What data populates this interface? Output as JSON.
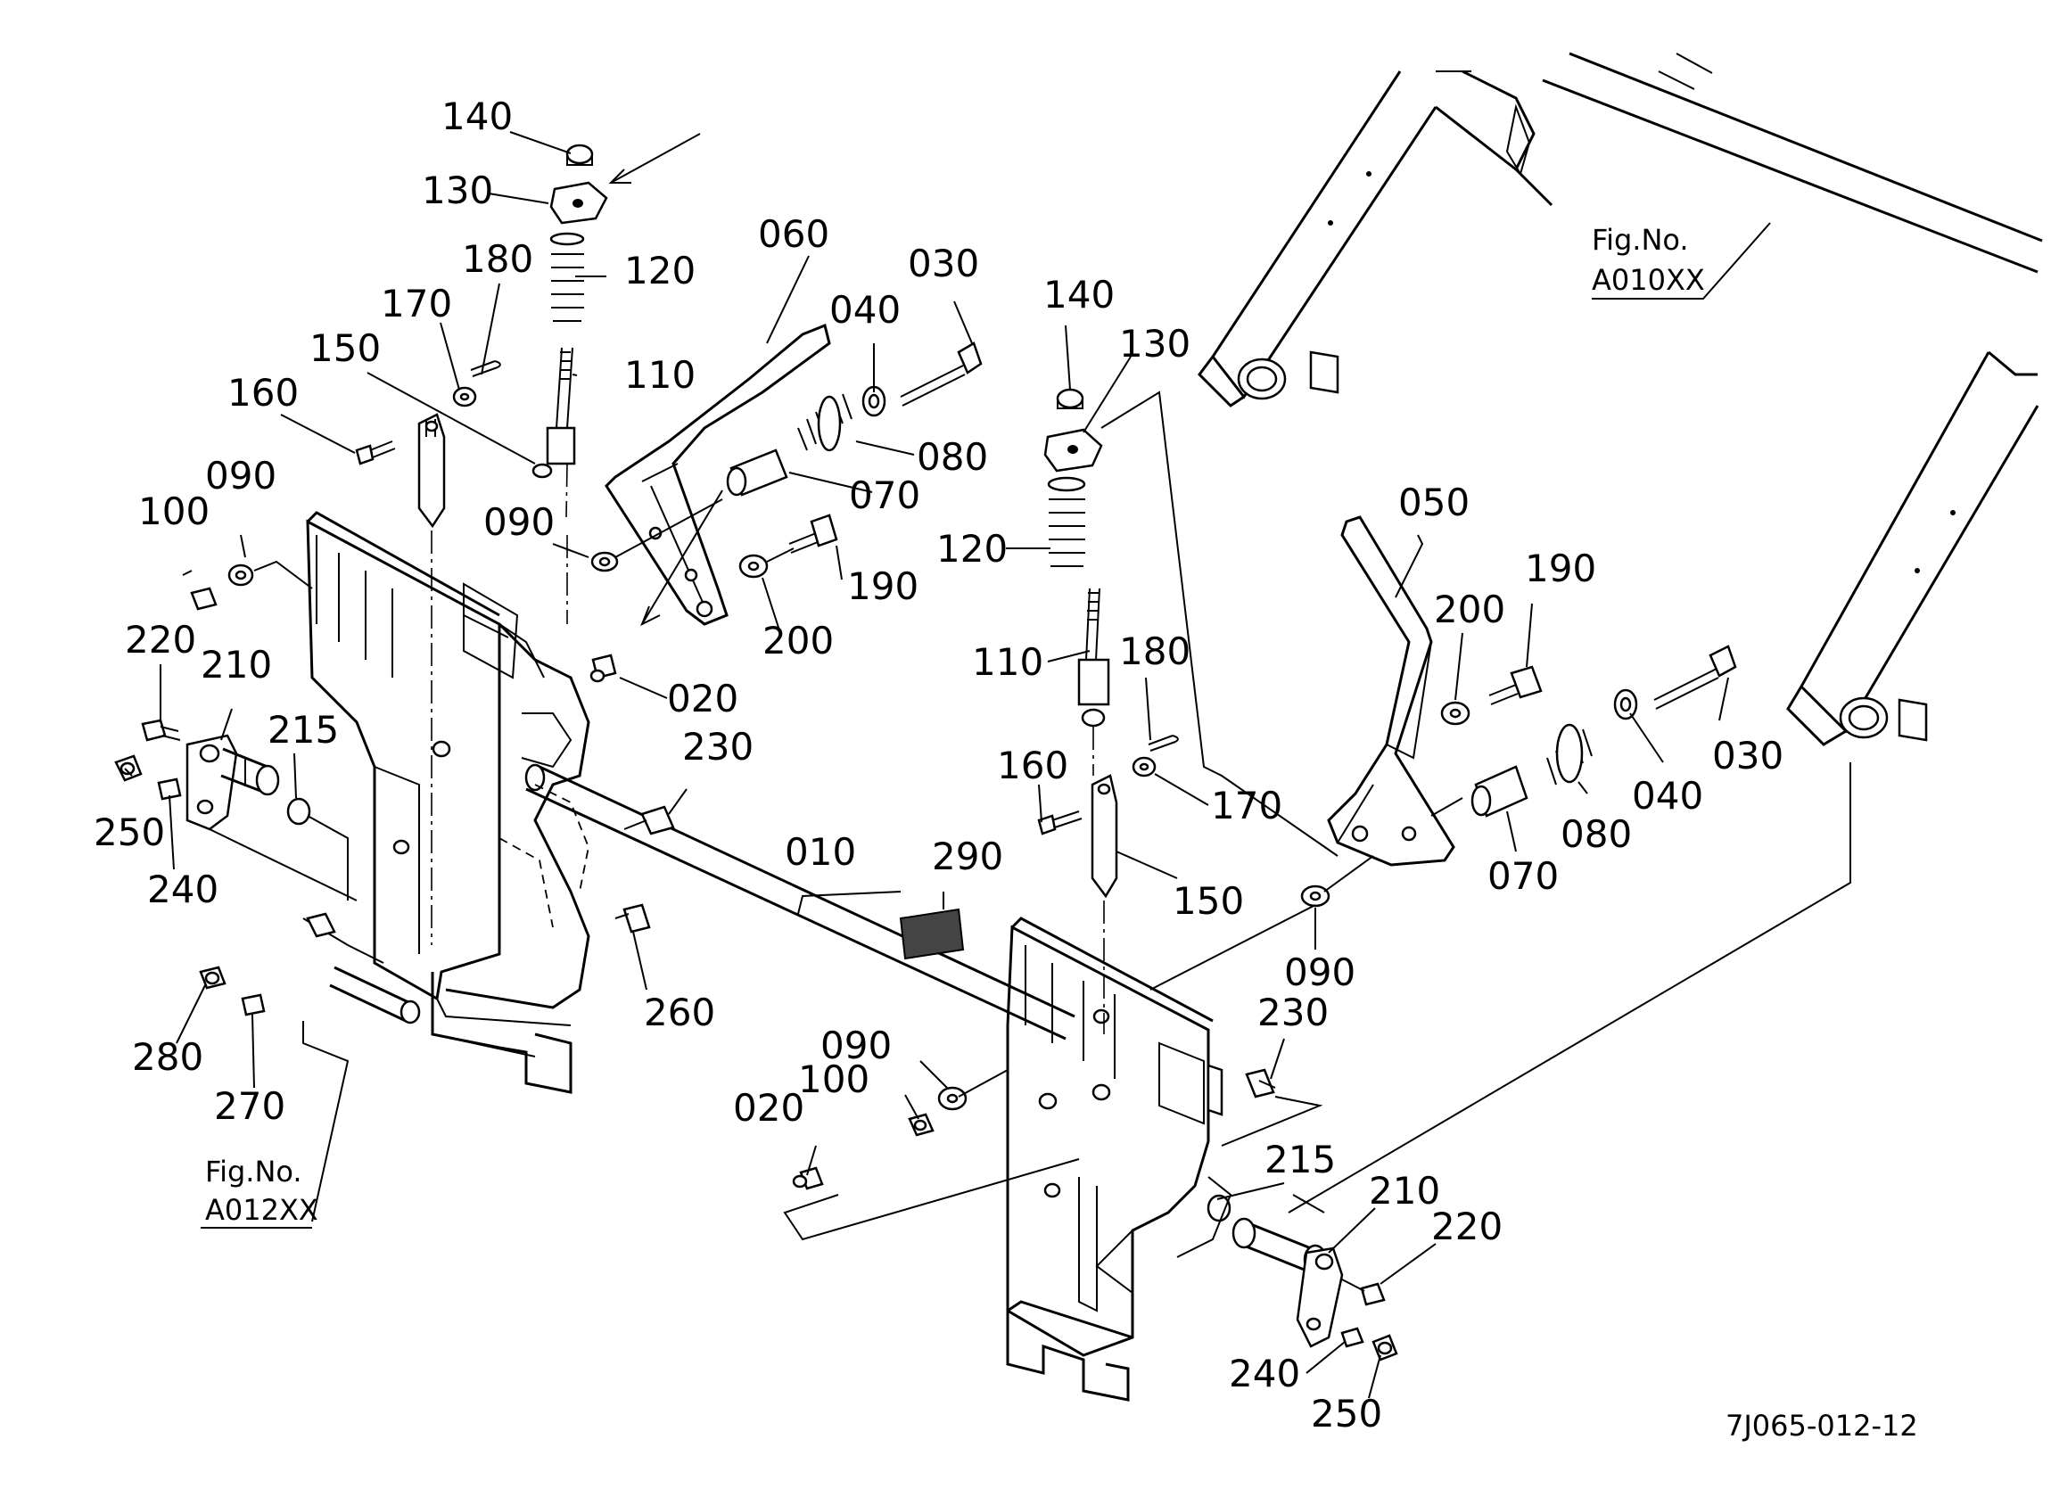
{
  "diagram": {
    "drawing_code": "7J065-012-12",
    "figure_refs": [
      {
        "id": "fig-a010xx",
        "line1": "Fig.No.",
        "line2": "A010XX"
      },
      {
        "id": "fig-a012xx",
        "line1": "Fig.No.",
        "line2": "A012XX"
      }
    ],
    "callouts_left": [
      {
        "id": "l140",
        "num": "140"
      },
      {
        "id": "l130",
        "num": "130"
      },
      {
        "id": "l180",
        "num": "180"
      },
      {
        "id": "l120",
        "num": "120"
      },
      {
        "id": "l170",
        "num": "170"
      },
      {
        "id": "l150",
        "num": "150"
      },
      {
        "id": "l110",
        "num": "110"
      },
      {
        "id": "l160",
        "num": "160"
      },
      {
        "id": "l060",
        "num": "060"
      },
      {
        "id": "l040",
        "num": "040"
      },
      {
        "id": "l030",
        "num": "030"
      },
      {
        "id": "l080",
        "num": "080"
      },
      {
        "id": "l070",
        "num": "070"
      },
      {
        "id": "l090a",
        "num": "090"
      },
      {
        "id": "l100",
        "num": "100"
      },
      {
        "id": "l090b",
        "num": "090"
      },
      {
        "id": "l190",
        "num": "190"
      },
      {
        "id": "l200",
        "num": "200"
      },
      {
        "id": "l220",
        "num": "220"
      },
      {
        "id": "l210",
        "num": "210"
      },
      {
        "id": "l020",
        "num": "020"
      },
      {
        "id": "l215",
        "num": "215"
      },
      {
        "id": "l230",
        "num": "230"
      },
      {
        "id": "l250",
        "num": "250"
      },
      {
        "id": "l240",
        "num": "240"
      },
      {
        "id": "l010",
        "num": "010"
      },
      {
        "id": "l290",
        "num": "290"
      },
      {
        "id": "l260",
        "num": "260"
      },
      {
        "id": "l280",
        "num": "280"
      },
      {
        "id": "l270",
        "num": "270"
      }
    ],
    "callouts_right": [
      {
        "id": "r140",
        "num": "140"
      },
      {
        "id": "r130",
        "num": "130"
      },
      {
        "id": "r050",
        "num": "050"
      },
      {
        "id": "r120",
        "num": "120"
      },
      {
        "id": "r190",
        "num": "190"
      },
      {
        "id": "r200",
        "num": "200"
      },
      {
        "id": "r110",
        "num": "110"
      },
      {
        "id": "r180",
        "num": "180"
      },
      {
        "id": "r030",
        "num": "030"
      },
      {
        "id": "r160",
        "num": "160"
      },
      {
        "id": "r170",
        "num": "170"
      },
      {
        "id": "r040",
        "num": "040"
      },
      {
        "id": "r080",
        "num": "080"
      },
      {
        "id": "r070",
        "num": "070"
      },
      {
        "id": "r150",
        "num": "150"
      },
      {
        "id": "r090a",
        "num": "090"
      },
      {
        "id": "r230",
        "num": "230"
      },
      {
        "id": "r090b",
        "num": "090"
      },
      {
        "id": "r100",
        "num": "100"
      },
      {
        "id": "r020",
        "num": "020"
      },
      {
        "id": "r215",
        "num": "215"
      },
      {
        "id": "r210",
        "num": "210"
      },
      {
        "id": "r220",
        "num": "220"
      },
      {
        "id": "r240",
        "num": "240"
      },
      {
        "id": "r250",
        "num": "250"
      }
    ]
  }
}
